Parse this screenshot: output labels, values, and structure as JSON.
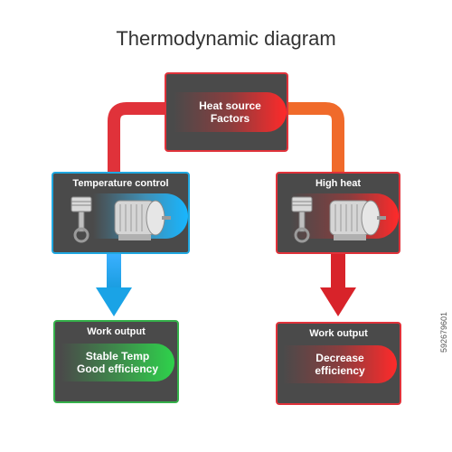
{
  "title": "Thermodynamic diagram",
  "heat_source": {
    "line1": "Heat source",
    "line2": "Factors"
  },
  "temperature_control": {
    "label": "Temperature control"
  },
  "high_heat": {
    "label": "High heat"
  },
  "output_left": {
    "label": "Work output",
    "line1": "Stable Temp",
    "line2": "Good efficiency"
  },
  "output_right": {
    "label": "Work output",
    "line1": "Decrease",
    "line2": "efficiency"
  },
  "stock_id": "592679601",
  "colors": {
    "hot": "#e0323a",
    "cold": "#1fa7e0",
    "good": "#35b04a",
    "box_fill": "#4a4a4a"
  }
}
